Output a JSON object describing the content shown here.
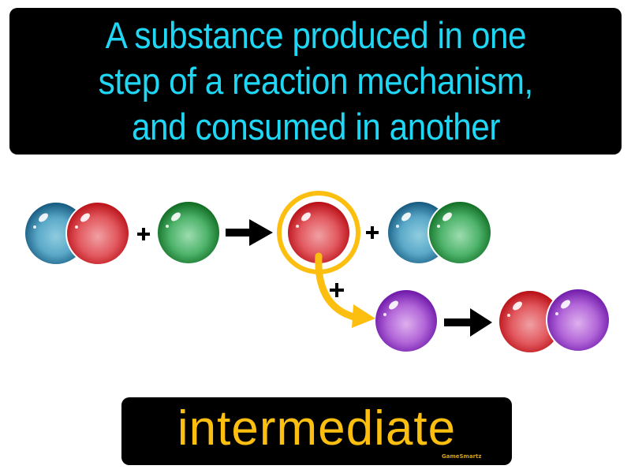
{
  "definition": {
    "lines": [
      "A substance produced in one",
      "step of a reaction mechanism,",
      "and consumed in another"
    ],
    "text_color": "#1fd6f4",
    "background": "#000000"
  },
  "term": {
    "label": "intermediate",
    "text_color": "#fcbf0f",
    "brand": "GameSmartz"
  },
  "diagram": {
    "colors": {
      "blue": "#1f6f96",
      "red": "#c8141a",
      "green": "#147a26",
      "purple": "#7d1fb8",
      "highlight": "#fcbf0f",
      "arrow": "#000000"
    },
    "step1": {
      "reactants": [
        "blue-red molecule",
        "green atom"
      ],
      "plus": "+",
      "products": [
        "red atom (intermediate)",
        "blue-green molecule"
      ],
      "products_plus": "+"
    },
    "step2": {
      "reactants": [
        "red atom (intermediate)",
        "purple atom"
      ],
      "plus": "+",
      "products": [
        "red-purple molecule"
      ]
    }
  }
}
